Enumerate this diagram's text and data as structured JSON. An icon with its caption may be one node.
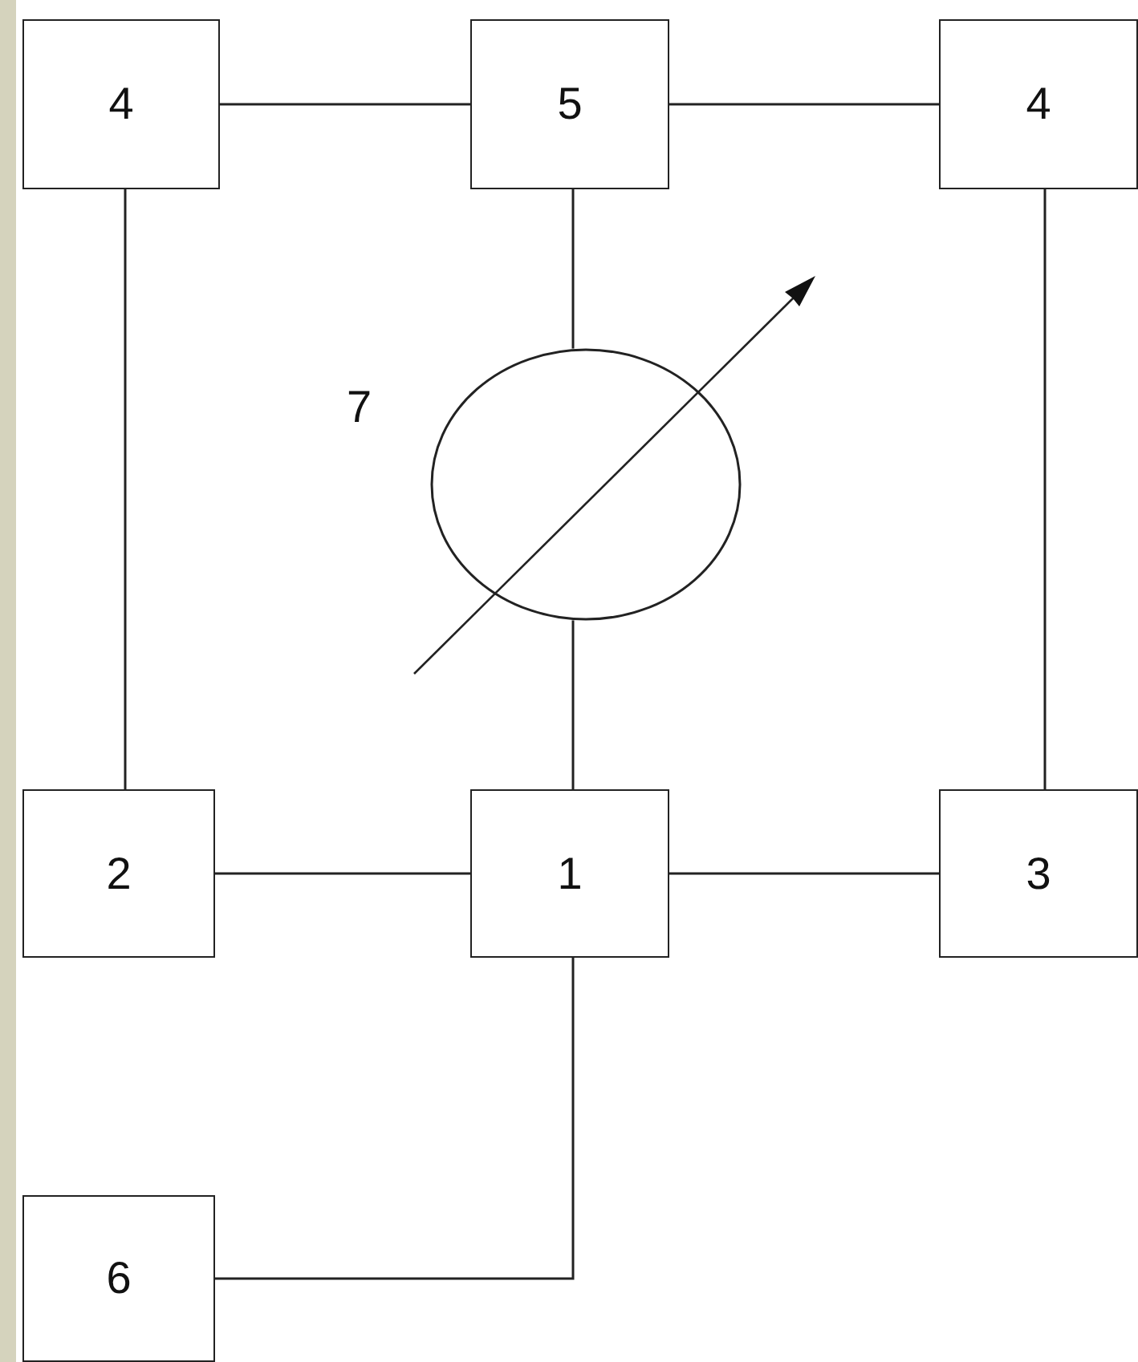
{
  "diagram": {
    "nodes": [
      {
        "text": [
          "4"
        ]
      },
      {
        "text": [
          "5"
        ]
      },
      {
        "text": [
          "4"
        ]
      },
      {
        "text": [],
        "shape": "circle",
        "beside": [
          "7"
        ]
      },
      {
        "text": [
          "2"
        ]
      },
      {
        "text": [
          "1"
        ]
      },
      {
        "text": [
          "3"
        ]
      },
      {
        "text": [
          "6"
        ]
      }
    ],
    "edges": [
      {
        "from": 0,
        "to": 1,
        "arrow": "none"
      },
      {
        "from": 1,
        "to": 2,
        "arrow": "none"
      },
      {
        "from": 1,
        "to": 3,
        "arrow": "none"
      },
      {
        "from": 3,
        "to": 5,
        "arrow": "none"
      },
      {
        "from": 0,
        "to": 4,
        "arrow": "none"
      },
      {
        "from": 2,
        "to": 6,
        "arrow": "none"
      },
      {
        "from": 4,
        "to": 5,
        "arrow": "none"
      },
      {
        "from": 5,
        "to": 6,
        "arrow": "none"
      },
      {
        "from": 7,
        "to": 5,
        "arrow": "none"
      }
    ]
  }
}
